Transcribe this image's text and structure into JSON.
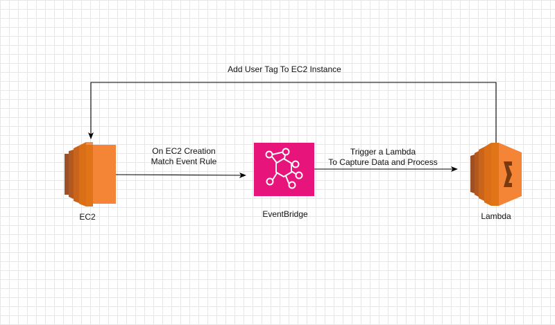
{
  "nodes": {
    "ec2": {
      "label": "EC2",
      "color": "#ED7100"
    },
    "eventbridge": {
      "label": "EventBridge",
      "color": "#E7157B"
    },
    "lambda": {
      "label": "Lambda",
      "color": "#ED7100"
    }
  },
  "edges": {
    "ec2_to_eventbridge": {
      "line1": "On EC2 Creation",
      "line2": "Match Event Rule"
    },
    "eventbridge_to_lambda": {
      "line1": "Trigger a Lambda",
      "line2": "To Capture Data and Process"
    },
    "lambda_to_ec2": {
      "label": "Add User Tag To EC2 Instance"
    }
  }
}
